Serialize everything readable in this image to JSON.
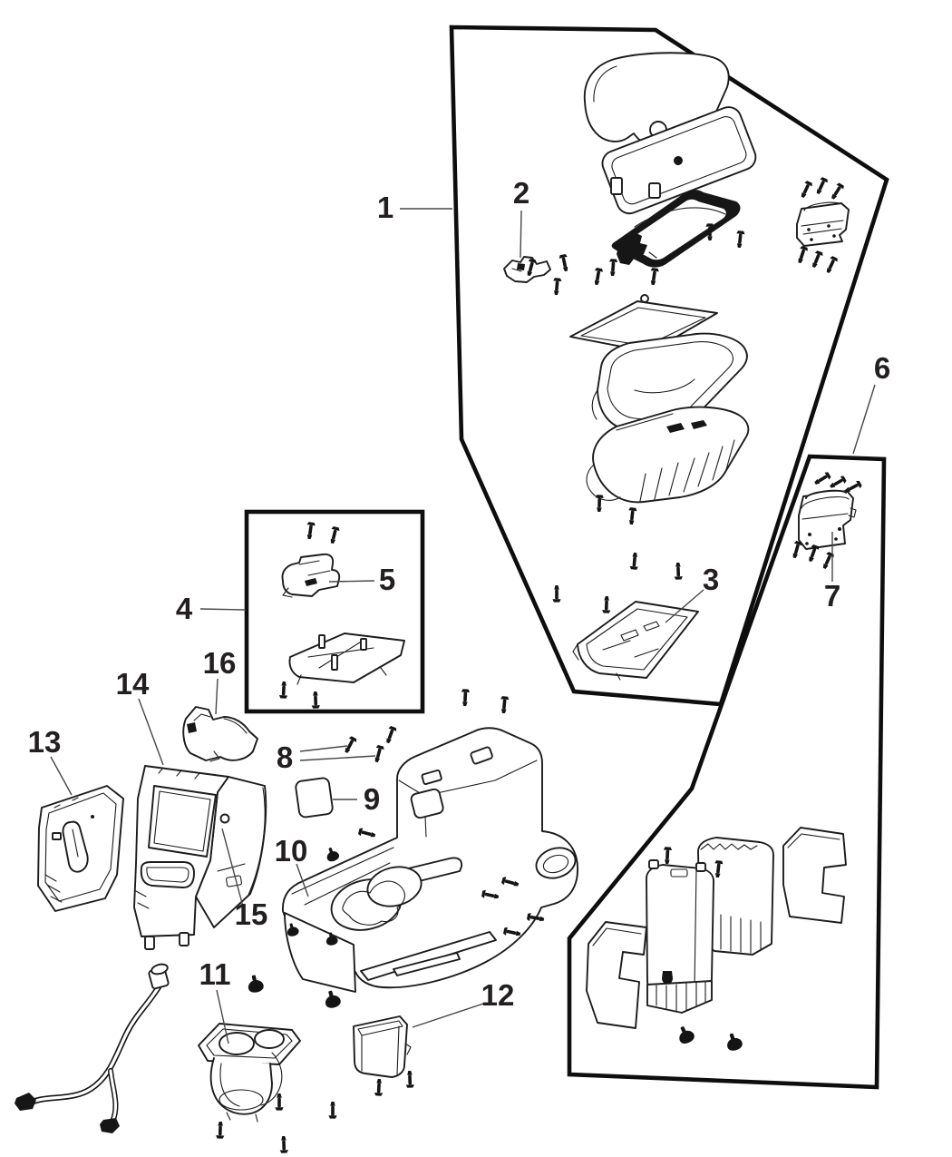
{
  "figure": {
    "kind": "exploded-parts-diagram",
    "subject": "center floor console assembly"
  },
  "callouts": [
    {
      "label": "1",
      "name": "console-armrest-lid-assembly-region"
    },
    {
      "label": "2",
      "name": "latch-striker-clip"
    },
    {
      "label": "3",
      "name": "armrest-mounting-plate"
    },
    {
      "label": "4",
      "name": "latch-hardware-box"
    },
    {
      "label": "5",
      "name": "armrest-latch"
    },
    {
      "label": "6",
      "name": "rear-bracket-assembly-region"
    },
    {
      "label": "7",
      "name": "hinge-bracket"
    },
    {
      "label": "8",
      "name": "mounting-screws"
    },
    {
      "label": "9",
      "name": "trim-patch"
    },
    {
      "label": "10",
      "name": "floor-console-body"
    },
    {
      "label": "11",
      "name": "cupholder-insert"
    },
    {
      "label": "12",
      "name": "storage-bin-insert"
    },
    {
      "label": "13",
      "name": "gearshift-bezel"
    },
    {
      "label": "14",
      "name": "console-front-trim"
    },
    {
      "label": "15",
      "name": "console-side-panel"
    },
    {
      "label": "16",
      "name": "interlock-bracket"
    }
  ],
  "colors": {
    "background": "#ffffff",
    "line_art": "#1c1c1c",
    "region_outline": "#0e0e0e",
    "leader_line": "#474747",
    "label_text": "#231f20"
  }
}
